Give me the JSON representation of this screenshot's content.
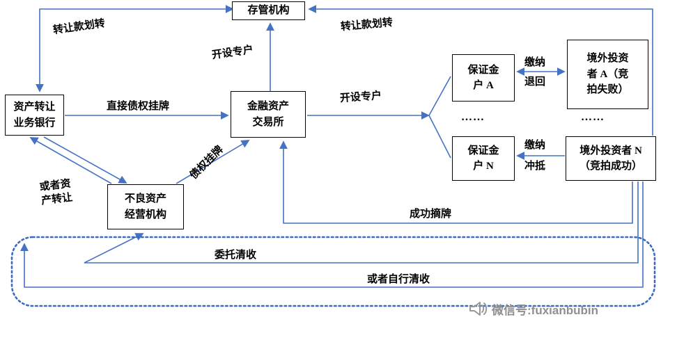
{
  "nodes": {
    "depository": "存管机构",
    "bank": "资产转让\n业务银行",
    "exchange": "金融资产\n交易所",
    "npl_agency": "不良资产\n经营机构",
    "margin_account_a": "保证金\n户 A",
    "investor_a": "境外投资\n者 A（竞\n拍失败）",
    "margin_account_n": "保证金\n户 N",
    "investor_n": "境外投资者 N\n（竞拍成功）"
  },
  "labels": {
    "transfer_left": "转让款划转",
    "transfer_right": "转让款划转",
    "open_account_top": "开设专户",
    "open_account_mid": "开设专户",
    "direct_listing": "直接债权挂牌",
    "debt_listing": "债权挂牌",
    "or_asset_transfer": "或者资\n产转让",
    "pay_a": "缴纳",
    "refund_a": "退回",
    "pay_n": "缴纳",
    "offset_n": "冲抵",
    "success_delist": "成功摘牌",
    "entrust_collection": "委托清收",
    "self_collection": "或者自行清收",
    "ellipsis_accounts": "……",
    "ellipsis_investors": "……"
  },
  "watermark": {
    "text": "微信号:fuxianbubin",
    "icon": "megaphone-icon"
  },
  "colors": {
    "arrow": "#4472c4",
    "dotted_box": "#3a6bc0",
    "node_border": "#000000",
    "text": "#000000",
    "watermark": "#8f8f8f"
  }
}
